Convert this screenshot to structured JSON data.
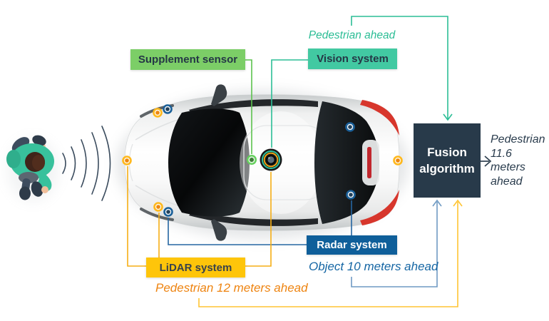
{
  "diagram": {
    "labels": {
      "supplement_sensor": "Supplement sensor",
      "vision_system": "Vision system",
      "radar_system": "Radar system",
      "lidar_system": "LiDAR system",
      "fusion_line1": "Fusion",
      "fusion_line2": "algorithm"
    },
    "annotations": {
      "vision_output": "Pedestrian ahead",
      "radar_output": "Object 10 meters ahead",
      "lidar_output": "Pedestrian 12 meters ahead",
      "fusion_output_line1": "Pedestrian",
      "fusion_output_line2": "11.6",
      "fusion_output_line3": "meters",
      "fusion_output_line4": "ahead"
    },
    "colors": {
      "vision_teal_line": "#2CBE96",
      "vision_label_bg": "#42C9A2",
      "supplement_green_line": "#5CC24E",
      "supplement_label_bg": "#7CCE67",
      "radar_label_bg": "#0F5F9A",
      "radar_dark_line": "#2566A2",
      "radar_light_line": "#6F9AC3",
      "lidar_label_bg": "#FEC50A",
      "lidar_gold_line": "#F6AE15",
      "lidar_bracket_line": "#FFC433",
      "lidar_text_orange": "#EE8411",
      "radar_text_blue": "#1566A4",
      "fusion_box_navy": "#283A4A",
      "fusion_text_navy": "#2A3C4D"
    },
    "icons": [
      "pedestrian-icon",
      "sound-waves-icon",
      "car-top-view",
      "vision-camera-icon",
      "supplement-sensor-icon",
      "lidar-sensor-icon",
      "radar-sensor-icon",
      "arrow-down-icon",
      "arrow-up-icon",
      "arrow-right-icon"
    ]
  }
}
